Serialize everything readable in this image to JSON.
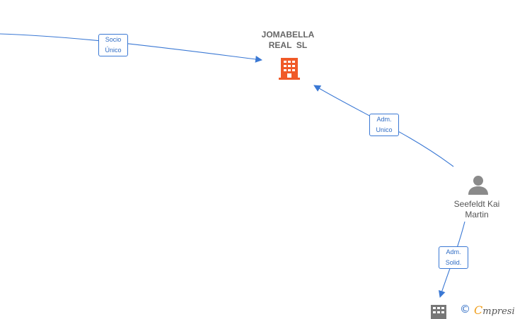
{
  "nodes": {
    "company_main": {
      "name_line1": "JOMABELLA",
      "name_line2": "REAL  SL",
      "icon": "building-icon",
      "color": "#f05a28"
    },
    "person": {
      "name_line1": "Seefeldt Kai",
      "name_line2": "Martin",
      "icon": "person-icon",
      "color": "#8a8a8a"
    },
    "company_bottom": {
      "icon": "building-icon",
      "color": "#777777"
    }
  },
  "edges": {
    "socio_unico": {
      "line1": "Socio",
      "line2": "Único"
    },
    "adm_unico": {
      "line1": "Adm.",
      "line2": "Unico"
    },
    "adm_solid": {
      "line1": "Adm.",
      "line2": "Solid."
    }
  },
  "colors": {
    "edge": "#3a78d4",
    "edge_text": "#2f6cc4"
  },
  "footer": {
    "copyright": "©",
    "brand_initial": "C",
    "brand_rest": "mpresia"
  }
}
